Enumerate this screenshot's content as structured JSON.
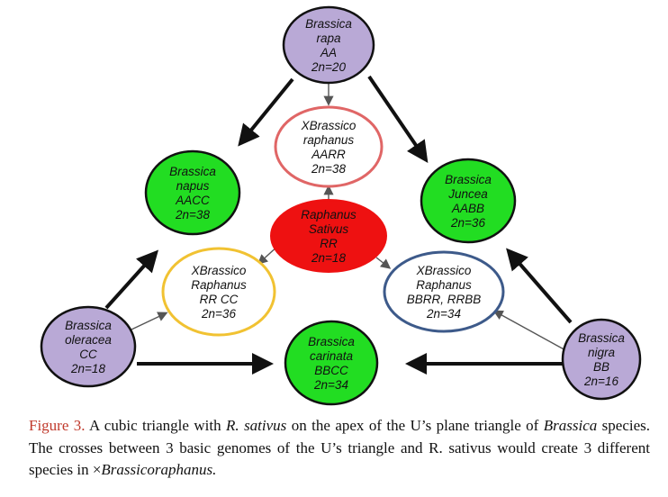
{
  "diagram": {
    "nodes": [
      {
        "id": "rapa",
        "lines": [
          "Brassica",
          "rapa",
          "AA",
          "2n=20"
        ],
        "fill": "#b9a9d6",
        "stroke": "#111111"
      },
      {
        "id": "xb_aarr",
        "lines": [
          "XBrassico",
          "raphanus",
          "AARR",
          "2n=38"
        ],
        "fill": "#ffffff",
        "stroke": "#e06666"
      },
      {
        "id": "napus",
        "lines": [
          "Brassica",
          "napus",
          "AACC",
          "2n=38"
        ],
        "fill": "#22dd22",
        "stroke": "#111111"
      },
      {
        "id": "juncea",
        "lines": [
          "Brassica",
          "Juncea",
          "AABB",
          "2n=36"
        ],
        "fill": "#22dd22",
        "stroke": "#111111"
      },
      {
        "id": "raphanus",
        "lines": [
          "Raphanus",
          "Sativus",
          "RR",
          "2n=18"
        ],
        "fill": "#ee1111",
        "stroke": "#ee1111"
      },
      {
        "id": "xb_rrcc",
        "lines": [
          "XBrassico",
          "Raphanus",
          "RR CC",
          "2n=36"
        ],
        "fill": "#ffffff",
        "stroke": "#f1c232"
      },
      {
        "id": "xb_bbrr",
        "lines": [
          "XBrassico",
          "Raphanus",
          "BBRR, RRBB",
          "2n=34"
        ],
        "fill": "#ffffff",
        "stroke": "#3d5a8a"
      },
      {
        "id": "oleracea",
        "lines": [
          "Brassica",
          "oleracea",
          "CC",
          "2n=18"
        ],
        "fill": "#b9a9d6",
        "stroke": "#111111"
      },
      {
        "id": "carinata",
        "lines": [
          "Brassica",
          "carinata",
          "BBCC",
          "2n=34"
        ],
        "fill": "#22dd22",
        "stroke": "#111111"
      },
      {
        "id": "nigra",
        "lines": [
          "Brassica",
          "nigra",
          "BB",
          "2n=16"
        ],
        "fill": "#b9a9d6",
        "stroke": "#111111"
      }
    ]
  },
  "caption": {
    "figure_label": "Figure 3.",
    "text_1": " A cubic triangle with ",
    "species_italic": "R. sativus",
    "text_2": " on the apex of the U’s plane triangle of ",
    "genus_italic": "Brassica",
    "text_3": " species. The crosses between 3 basic genomes of the U’s triangle and R. sativus would create 3 different species in ×",
    "hybrid_italic": "Brassicoraphanus."
  }
}
